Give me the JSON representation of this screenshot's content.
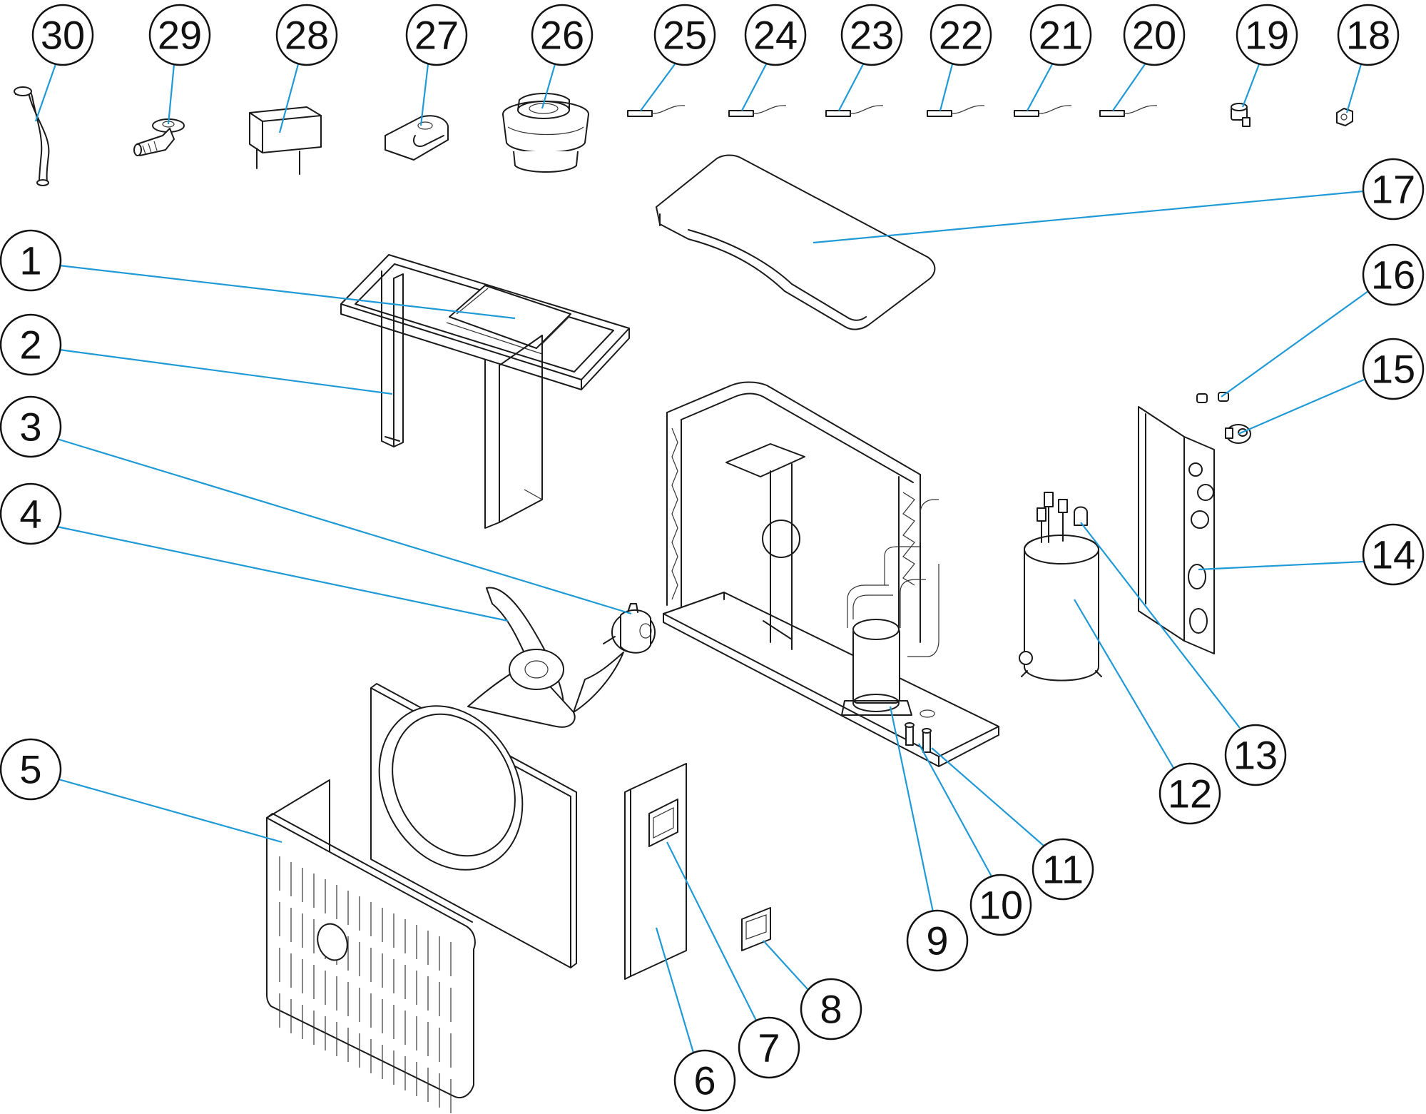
{
  "colors": {
    "leader": "#1f9ad6",
    "outline": "#1a1a1a",
    "background": "#ffffff"
  },
  "callouts": [
    {
      "label": "1"
    },
    {
      "label": "2"
    },
    {
      "label": "3"
    },
    {
      "label": "4"
    },
    {
      "label": "5"
    },
    {
      "label": "6"
    },
    {
      "label": "7"
    },
    {
      "label": "8"
    },
    {
      "label": "9"
    },
    {
      "label": "10"
    },
    {
      "label": "11"
    },
    {
      "label": "12"
    },
    {
      "label": "13"
    },
    {
      "label": "14"
    },
    {
      "label": "15"
    },
    {
      "label": "16"
    },
    {
      "label": "17"
    },
    {
      "label": "18"
    },
    {
      "label": "19"
    },
    {
      "label": "20"
    },
    {
      "label": "21"
    },
    {
      "label": "22"
    },
    {
      "label": "23"
    },
    {
      "label": "24"
    },
    {
      "label": "25"
    },
    {
      "label": "26"
    },
    {
      "label": "27"
    },
    {
      "label": "28"
    },
    {
      "label": "29"
    },
    {
      "label": "30"
    }
  ]
}
